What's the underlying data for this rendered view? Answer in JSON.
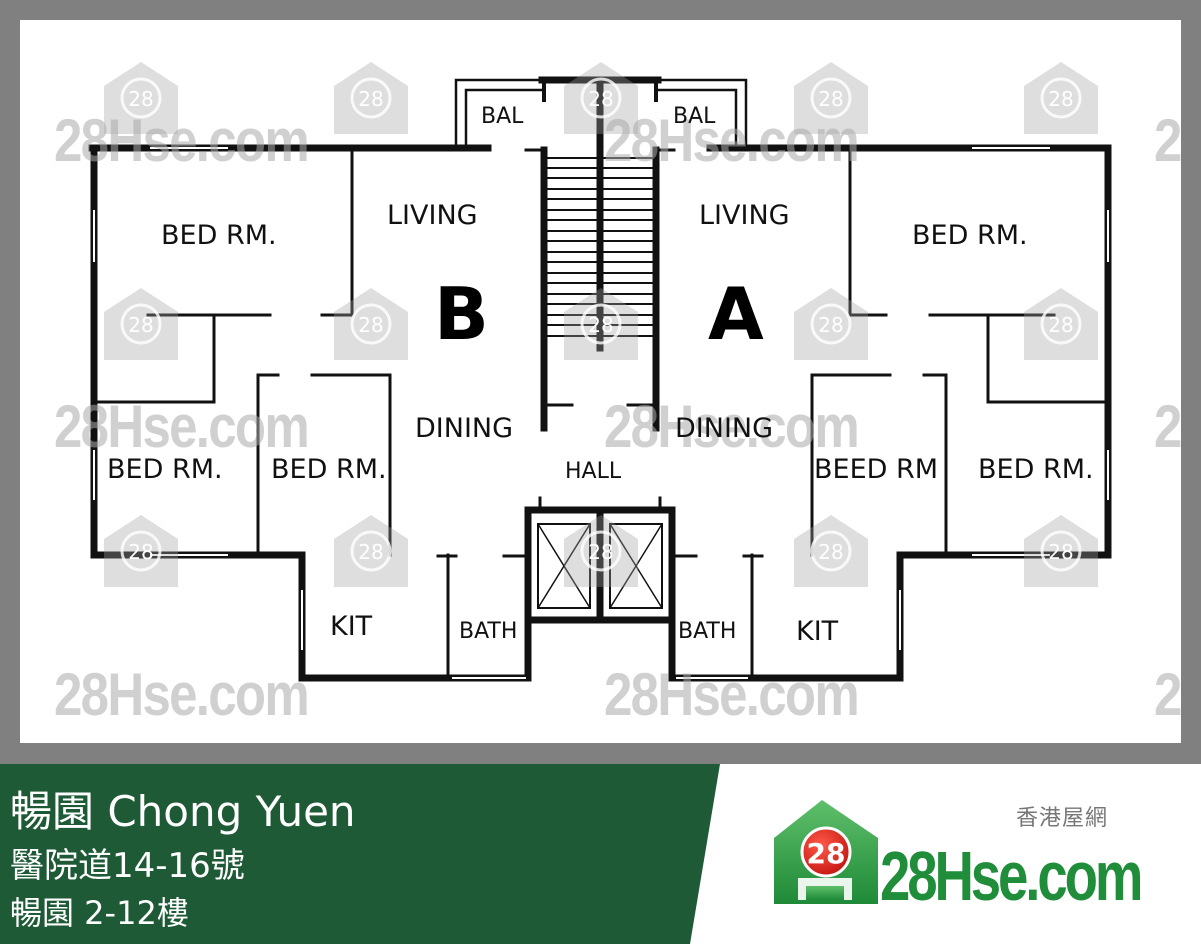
{
  "floor_plan": {
    "units": [
      {
        "id": "B",
        "label": "B"
      },
      {
        "id": "A",
        "label": "A"
      }
    ],
    "rooms": {
      "unit_b": {
        "bal": "BAL",
        "living": "LIVING",
        "bed_rm_top": "BED RM.",
        "bed_rm_left": "BED RM.",
        "bed_rm_mid": "BED RM.",
        "dining": "DINING",
        "kit": "KIT",
        "bath": "BATH"
      },
      "unit_a": {
        "bal": "BAL",
        "living": "LIVING",
        "bed_rm_top": "BED RM.",
        "bed_rm_mid": "BEED RM",
        "bed_rm_right": "BED RM.",
        "dining": "DINING",
        "kit": "KIT",
        "bath": "BATH"
      },
      "hall": "HALL"
    },
    "watermark": {
      "text": "28Hse.com",
      "badge": "28"
    }
  },
  "footer": {
    "title": "暢園 Chong Yuen",
    "address": "醫院道14-16號",
    "floors": "暢園 2-12樓",
    "bg_color": "#1e5a36"
  },
  "brand": {
    "tagline": "香港屋網",
    "name": "28Hse.com",
    "badge": "28",
    "color_green": "#1f8d3a",
    "color_red": "#d9221c"
  }
}
